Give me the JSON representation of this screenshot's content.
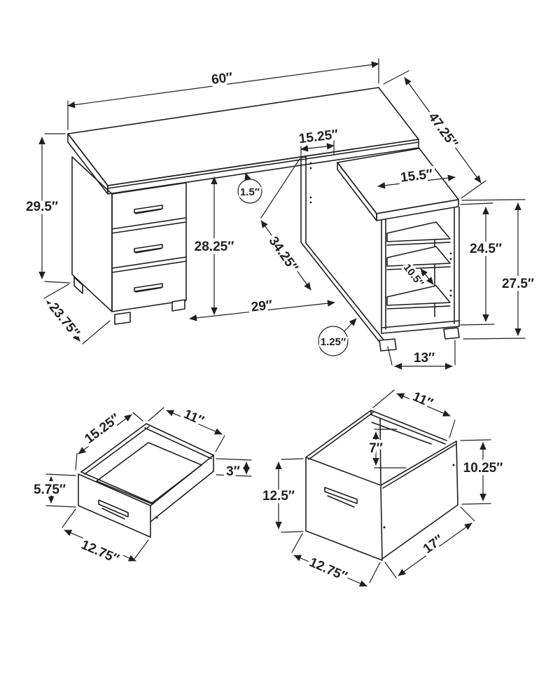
{
  "page": {
    "background": "#ffffff",
    "ink_color": "#1f1f1f"
  },
  "desk_diagram": {
    "description": "l-shaped-desk-overview",
    "dims": {
      "top_length": "60″",
      "return_depth": "47.25″",
      "gap": "15.25″",
      "top_thickness": "1.5″",
      "overall_height": "29.5″",
      "return_surface_width": "15.5″",
      "knee_clearance_height": "28.25″",
      "diagonal_clearance": "34.25″",
      "hutch_opening_height": "24.5″",
      "return_overall_height": "27.5″",
      "shelf_depth": "10.5″",
      "knee_clearance_width": "29″",
      "panel_thickness": "1.25″",
      "hutch_width": "13″",
      "desk_depth": "23.75″"
    }
  },
  "small_drawer_diagram": {
    "description": "shallow-top-drawer",
    "dims": {
      "depth": "15.25″",
      "inner_width": "11″",
      "side_height": "3″",
      "front_height": "5.75″",
      "front_width": "12.75″"
    }
  },
  "file_drawer_diagram": {
    "description": "deep-file-drawer",
    "dims": {
      "inner_width": "11″",
      "opening_height": "7″",
      "back_height": "10.25″",
      "front_height": "12.5″",
      "front_width": "12.75″",
      "depth": "17″"
    }
  }
}
